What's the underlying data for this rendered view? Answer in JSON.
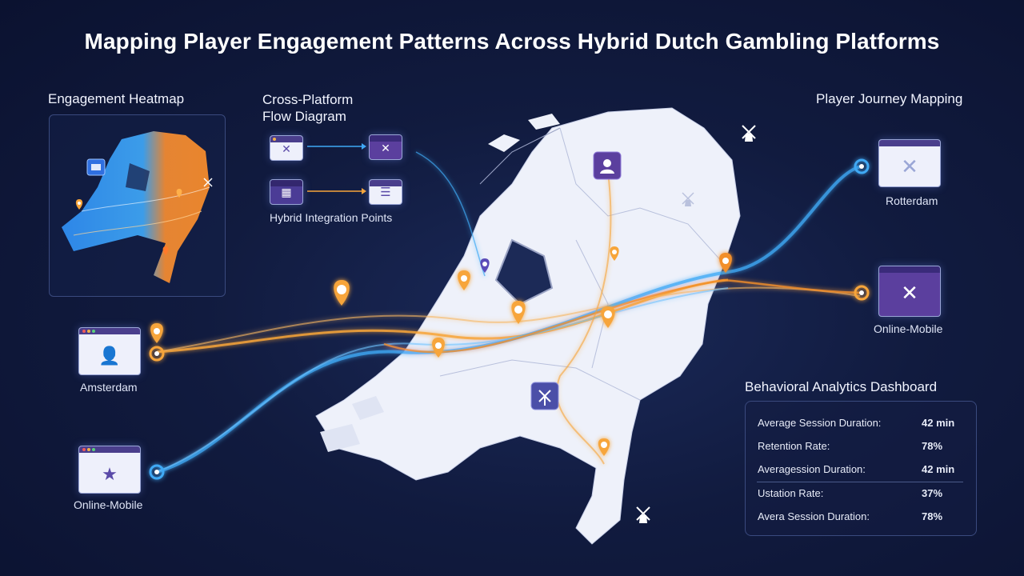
{
  "title": "Mapping Player Engagement Patterns Across Hybrid Dutch Gambling Platforms",
  "sections": {
    "heatmap": "Engagement Heatmap",
    "flow_line1": "Cross-Platform",
    "flow_line2": "Flow Diagram",
    "hybrid": "Hybrid Integration Points",
    "journey": "Player Journey Mapping",
    "dashboard": "Behavioral Analytics Dashboard"
  },
  "cities": {
    "amsterdam": "Amsterdam",
    "online_mobile_left": "Online-Mobile",
    "rotterdam": "Rotterdam",
    "online_mobile_right": "Online-Mobile"
  },
  "metrics": [
    {
      "label": "Average Session Duration:",
      "value": "42 min"
    },
    {
      "label": "Retention Rate:",
      "value": "78%"
    },
    {
      "label": "Averagession Duration:",
      "value": "42 min"
    },
    {
      "label": "Ustation Rate:",
      "value": "37%"
    },
    {
      "label": "Avera Session Duration:",
      "value": "78%"
    }
  ],
  "icons": {
    "windmill": "windmill-icon",
    "user": "user-icon",
    "pin": "map-pin-icon",
    "node": "node-dot-icon",
    "list": "list-icon",
    "grid": "grid-icon"
  },
  "colors": {
    "background": "#111b3f",
    "orange": "#f7a53a",
    "blue": "#3fa9f5",
    "purple": "#5b3f9e",
    "map": "#eef1fa"
  }
}
